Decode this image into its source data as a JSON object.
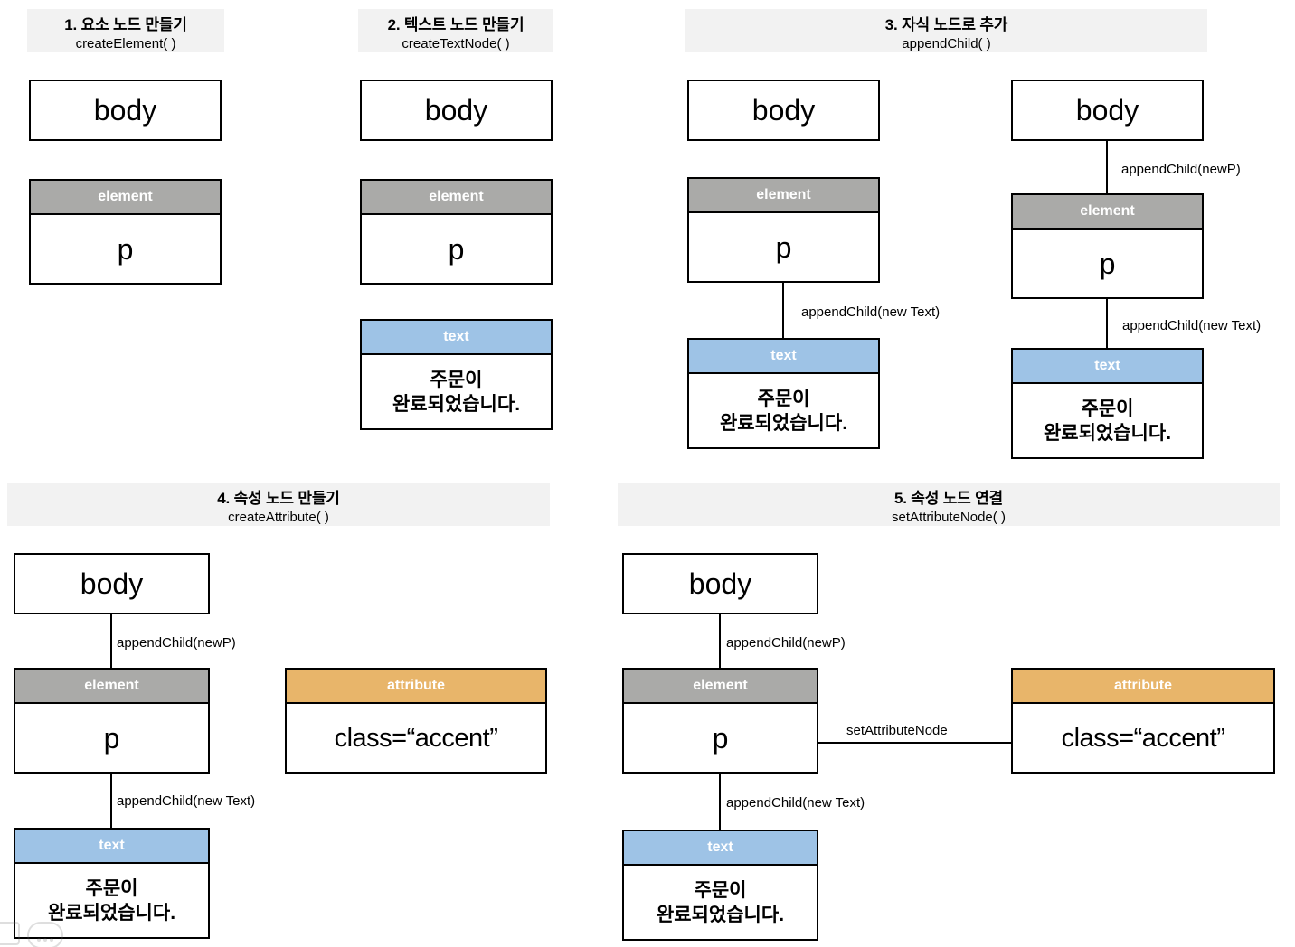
{
  "diagram": {
    "title_semantic": "DOM node creation steps",
    "colors": {
      "element_header": "#aaaaa8",
      "text_header": "#9ec3e6",
      "attribute_header": "#e8b56a",
      "panel_header_bg": "#f2f2f2",
      "border": "#000000",
      "page_bg": "#ffffff"
    },
    "labels": {
      "body": "body",
      "element": "element",
      "text": "text",
      "attribute": "attribute",
      "p": "p",
      "text_line1": "주문이",
      "text_line2": "완료되었습니다.",
      "attr_value": "class=“accent”",
      "append_newp": "appendChild(newP)",
      "append_newtext": "appendChild(new Text)",
      "set_attribute_node": "setAttributeNode"
    },
    "panels": [
      {
        "number": "1",
        "title": "1. 요소 노드 만들기",
        "method": "createElement( )"
      },
      {
        "number": "2",
        "title": "2. 텍스트 노드 만들기",
        "method": "createTextNode( )"
      },
      {
        "number": "3",
        "title": "3. 자식 노드로 추가",
        "method": "appendChild( )"
      },
      {
        "number": "4",
        "title": "4. 속성 노드 만들기",
        "method": "createAttribute( )"
      },
      {
        "number": "5",
        "title": "5. 속성 노드 연결",
        "method": "setAttributeNode( )"
      }
    ]
  }
}
